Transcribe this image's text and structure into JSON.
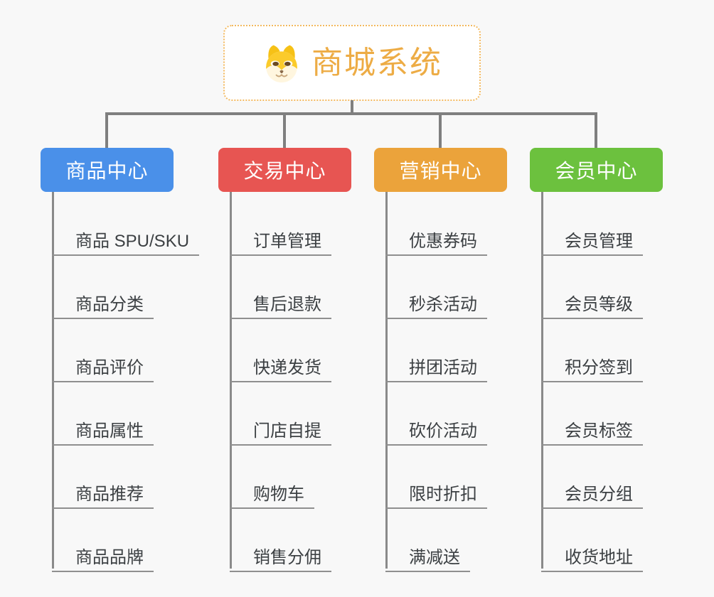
{
  "root": {
    "title": "商城系统",
    "icon": "dog-face-icon"
  },
  "palette": {
    "background": "#F8F8F8",
    "connector_line": "#7F7F7F",
    "leaf_underline": "#8F8F8F",
    "leaf_text": "#3C4043",
    "root_text": "#EDAC45",
    "root_border": "#F3B95F"
  },
  "branches": [
    {
      "label": "商品中心",
      "color": "#4A90E9",
      "children": [
        "商品 SPU/SKU",
        "商品分类",
        "商品评价",
        "商品属性",
        "商品推荐",
        "商品品牌"
      ]
    },
    {
      "label": "交易中心",
      "color": "#E75552",
      "children": [
        "订单管理",
        "售后退款",
        "快递发货",
        "门店自提",
        "购物车",
        "销售分佣"
      ]
    },
    {
      "label": "营销中心",
      "color": "#EBA33B",
      "children": [
        "优惠券码",
        "秒杀活动",
        "拼团活动",
        "砍价活动",
        "限时折扣",
        "满减送"
      ]
    },
    {
      "label": "会员中心",
      "color": "#6CC13E",
      "children": [
        "会员管理",
        "会员等级",
        "积分签到",
        "会员标签",
        "会员分组",
        "收货地址"
      ]
    }
  ]
}
